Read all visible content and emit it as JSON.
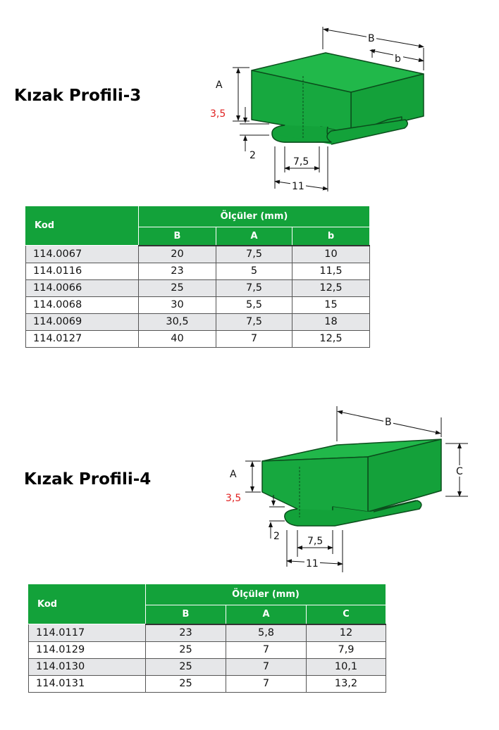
{
  "profile3": {
    "title": "Kızak Profili-3",
    "dims": {
      "B": "B",
      "b": "b",
      "A": "A",
      "a35": "3,5",
      "d2": "2",
      "d75": "7,5",
      "d11": "11"
    },
    "table": {
      "kod_header": "Kod",
      "group_header": "Ölçüler (mm)",
      "columns": [
        "B",
        "A",
        "b"
      ],
      "rows": [
        [
          "114.0067",
          "20",
          "7,5",
          "10"
        ],
        [
          "114.0116",
          "23",
          "5",
          "11,5"
        ],
        [
          "114.0066",
          "25",
          "7,5",
          "12,5"
        ],
        [
          "114.0068",
          "30",
          "5,5",
          "15"
        ],
        [
          "114.0069",
          "30,5",
          "7,5",
          "18"
        ],
        [
          "114.0127",
          "40",
          "7",
          "12,5"
        ]
      ]
    }
  },
  "profile4": {
    "title": "Kızak Profili-4",
    "dims": {
      "B": "B",
      "C": "C",
      "A": "A",
      "a35": "3,5",
      "d2": "2",
      "d75": "7,5",
      "d11": "11"
    },
    "table": {
      "kod_header": "Kod",
      "group_header": "Ölçüler (mm)",
      "columns": [
        "B",
        "A",
        "C"
      ],
      "rows": [
        [
          "114.0117",
          "23",
          "5,8",
          "12"
        ],
        [
          "114.0129",
          "25",
          "7",
          "7,9"
        ],
        [
          "114.0130",
          "25",
          "7",
          "10,1"
        ],
        [
          "114.0131",
          "25",
          "7",
          "13,2"
        ]
      ]
    }
  },
  "colors": {
    "profile_green": "#13a23a",
    "header_green": "#13a23a",
    "dim_red": "#e02020",
    "row_shade": "#e6e7e9"
  }
}
